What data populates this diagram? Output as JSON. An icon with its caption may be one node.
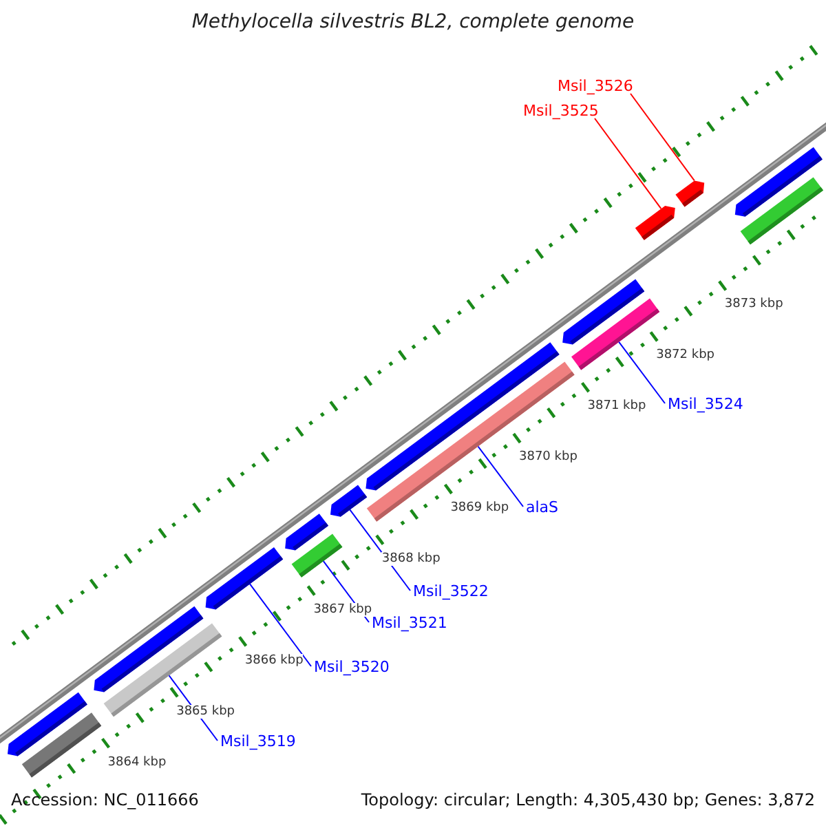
{
  "diagram": {
    "title": "Methylocella silvestris BL2, complete genome",
    "nodes": [
      {
        "text": [
          "Msil_3526"
        ]
      },
      {
        "text": [
          "Msil_3525"
        ]
      },
      {
        "text": [
          "Msil_3524"
        ]
      },
      {
        "text": [
          "alaS"
        ]
      },
      {
        "text": [
          "Msil_3522"
        ]
      },
      {
        "text": [
          "Msil_3521"
        ]
      },
      {
        "text": [
          "Msil_3520"
        ]
      },
      {
        "text": [
          "Msil_3519"
        ]
      },
      {
        "text": [],
        "shape": "bar"
      },
      {
        "text": [],
        "shape": "bar"
      },
      {
        "text": [],
        "shape": "bar"
      },
      {
        "text": [],
        "shape": "bar"
      },
      {
        "text": [],
        "shape": "bar"
      },
      {
        "text": [],
        "shape": "bar"
      },
      {
        "text": [],
        "shape": "bar"
      },
      {
        "text": [],
        "shape": "bar"
      },
      {
        "text": [],
        "shape": "bar"
      },
      {
        "text": [],
        "shape": "bar"
      },
      {
        "text": [],
        "shape": "bar"
      },
      {
        "text": [],
        "shape": "bar"
      },
      {
        "text": [],
        "shape": "bar"
      },
      {
        "text": [],
        "shape": "bar"
      },
      {
        "text": [],
        "shape": "bar"
      },
      {
        "text": [],
        "shape": "bar"
      }
    ],
    "edges": [
      {
        "from": 0,
        "to": 21,
        "arrow": "none",
        "color": "#ff0000"
      },
      {
        "from": 1,
        "to": 20,
        "arrow": "none",
        "color": "#ff0000"
      },
      {
        "from": 2,
        "to": 18,
        "arrow": "none"
      },
      {
        "from": 3,
        "to": 16,
        "arrow": "none"
      },
      {
        "from": 4,
        "to": 15,
        "arrow": "none"
      },
      {
        "from": 5,
        "to": 13,
        "arrow": "none"
      },
      {
        "from": 6,
        "to": 12,
        "arrow": "none"
      },
      {
        "from": 7,
        "to": 10,
        "arrow": "none"
      }
    ],
    "labels": [
      "3873 kbp",
      "3872 kbp",
      "3871 kbp",
      "3870 kbp",
      "3869 kbp",
      "3868 kbp",
      "3867 kbp",
      "3866 kbp",
      "3865 kbp",
      "3864 kbp",
      "Accession: NC_011666",
      "Topology: circular; Length: 4,305,430 bp; Genes: 3,872"
    ]
  }
}
